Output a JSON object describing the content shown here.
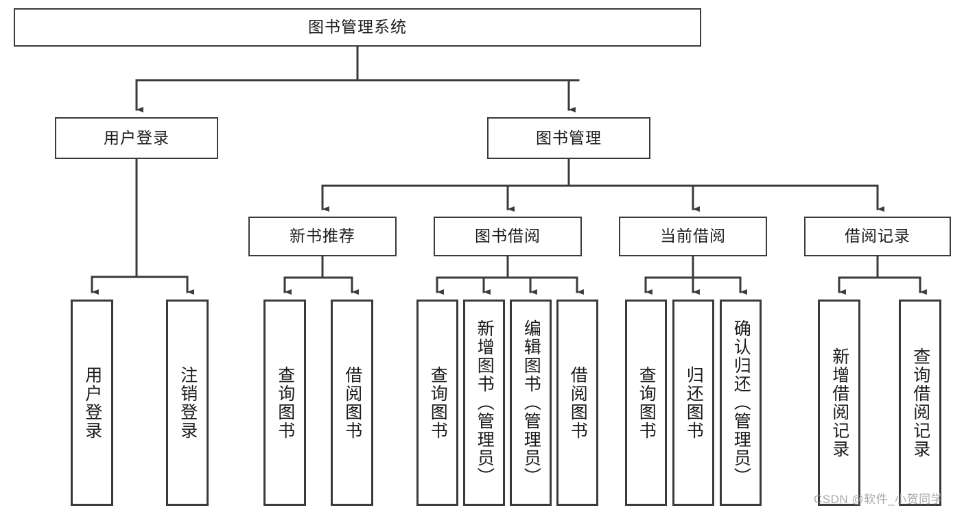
{
  "diagram": {
    "title": "图书管理系统",
    "type": "tree",
    "root": {
      "label": "图书管理系统"
    },
    "level2": [
      {
        "label": "用户登录"
      },
      {
        "label": "图书管理"
      }
    ],
    "level3": [
      {
        "label": "新书推荐"
      },
      {
        "label": "图书借阅"
      },
      {
        "label": "当前借阅"
      },
      {
        "label": "借阅记录"
      }
    ],
    "leaves": {
      "user_login": [
        {
          "label": "用户登录"
        },
        {
          "label": "注销登录"
        }
      ],
      "new_book": [
        {
          "label": "查询图书"
        },
        {
          "label": "借阅图书"
        }
      ],
      "borrow_book": [
        {
          "label": "查询图书"
        },
        {
          "label": "新增图书（管理员）"
        },
        {
          "label": "编辑图书（管理员）"
        },
        {
          "label": "借阅图书"
        }
      ],
      "current_borrow": [
        {
          "label": "查询图书"
        },
        {
          "label": "归还图书"
        },
        {
          "label": "确认归还（管理员）"
        }
      ],
      "borrow_record": [
        {
          "label": "新增借阅记录"
        },
        {
          "label": "查询借阅记录"
        }
      ]
    }
  },
  "watermark": {
    "text": "CSDN @软件_小贺同学"
  },
  "colors": {
    "stroke": "#3a3a3a",
    "fill": "#ffffff",
    "text": "#1b1b1b",
    "watermark": "#9b9b9b"
  }
}
